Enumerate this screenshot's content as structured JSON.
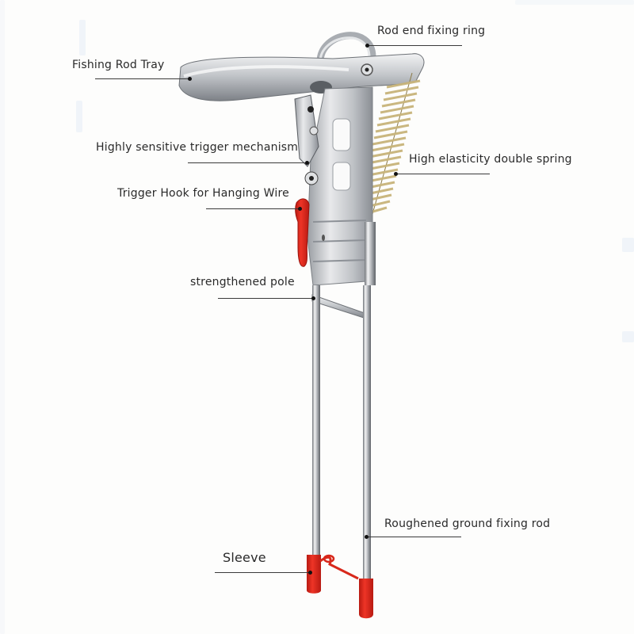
{
  "diagram": {
    "subject": "Automatic spring fishing rod holder",
    "colors": {
      "background": "#fdfdfc",
      "metal": "#c9ccd0",
      "metal_dark": "#8d9197",
      "spring": "#c8b47a",
      "rubber_red": "#e02a1e",
      "text": "#2a2a2a",
      "leader": "#3a3a3a"
    },
    "callouts": [
      {
        "id": "fishing-rod-tray",
        "label": "Fishing Rod Tray"
      },
      {
        "id": "rod-end-fixing-ring",
        "label": "Rod end fixing ring"
      },
      {
        "id": "trigger-mechanism",
        "label": "Highly sensitive trigger mechanism"
      },
      {
        "id": "double-spring",
        "label": "High elasticity double spring"
      },
      {
        "id": "trigger-hook",
        "label": "Trigger Hook for Hanging Wire"
      },
      {
        "id": "strengthened-pole",
        "label": "strengthened pole"
      },
      {
        "id": "ground-fixing-rod",
        "label": "Roughened ground fixing rod"
      },
      {
        "id": "sleeve",
        "label": "Sleeve"
      }
    ]
  }
}
